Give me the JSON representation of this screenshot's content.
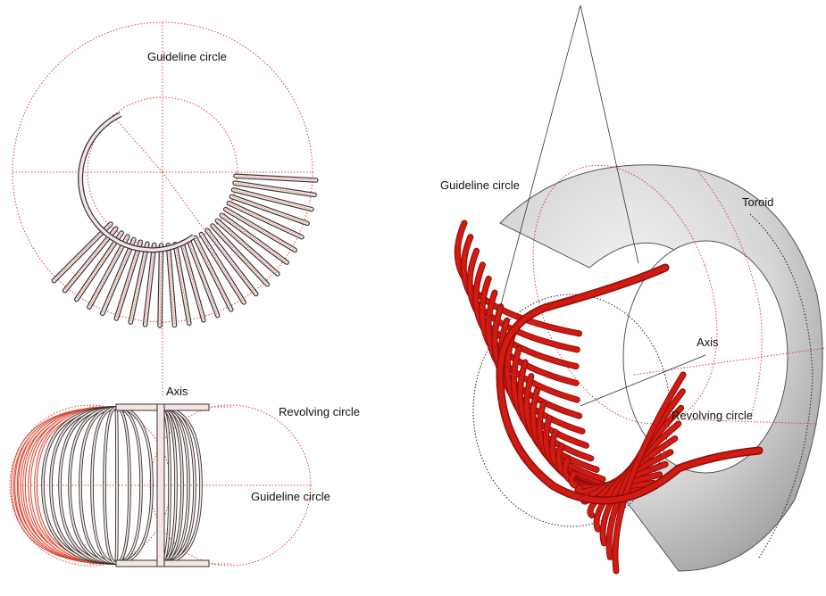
{
  "labels": {
    "top_guideline": "Guideline circle",
    "axis": "Axis",
    "side_revolving": "Revolving circle",
    "side_guideline": "Guideline circle",
    "right_guideline": "Guideline circle",
    "toroid": "Toroid",
    "right_axis": "Axis",
    "right_revolving": "Revolving circle"
  },
  "colors": {
    "guide_line": "#d9432f",
    "outline": "#333333",
    "tube_fill": "#f6e6e2",
    "coil_red": "#d01a12",
    "coil_dark": "#8c0c08",
    "toroid_light": "#ececec",
    "toroid_dark": "#a9a9a9"
  }
}
